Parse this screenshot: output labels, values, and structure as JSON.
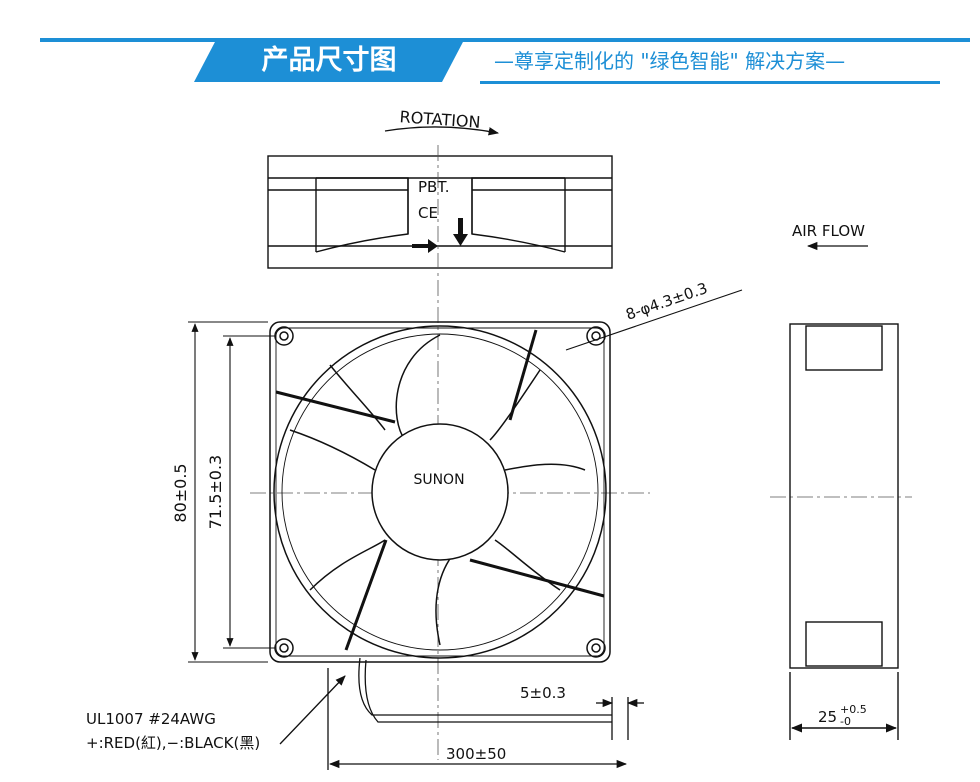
{
  "header": {
    "title": "产品尺寸图",
    "subtitle": "—尊享定制化的 \"绿色智能\" 解决方案—"
  },
  "drawing": {
    "rotation_label": "ROTATION",
    "material_label": "PBT.",
    "ce_mark": "CE",
    "airflow_label": "AIR FLOW",
    "hole_spec": "8-φ4.3±0.3",
    "brand": "SUNON",
    "dim_outer": "80±0.5",
    "dim_holes": "71.5±0.3",
    "depth_dim": "25",
    "depth_tol_plus": "+0.5",
    "depth_tol_minus": "-0",
    "wire_strip": "5±0.3",
    "wire_length": "300±50",
    "wire_spec": "UL1007  #24AWG",
    "wire_colors": "+:RED(紅),−:BLACK(黑)"
  },
  "colors": {
    "accent": "#1d8fd6",
    "line": "#111111"
  }
}
